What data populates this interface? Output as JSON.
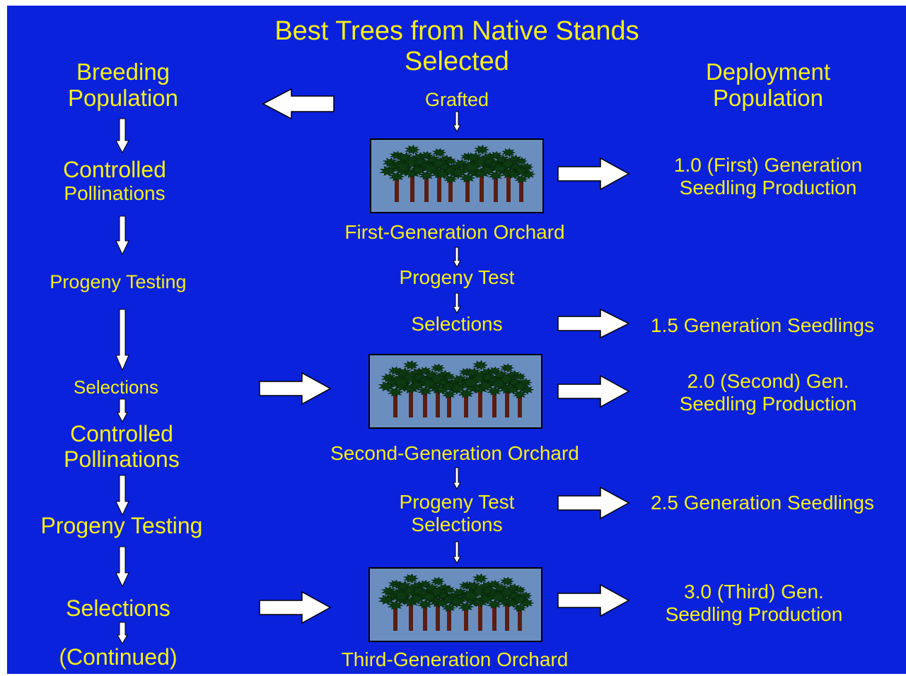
{
  "title": [
    "Best Trees from Native Stands",
    "Selected"
  ],
  "headers": {
    "breeding": [
      "Breeding",
      "Population"
    ],
    "deployment": [
      "Deployment",
      "Population"
    ]
  },
  "center": {
    "grafted": "Grafted",
    "orchard1": "First-Generation Orchard",
    "progeny_test_1": "Progeny Test",
    "selections_1": "Selections",
    "orchard2": "Second-Generation Orchard",
    "progeny_test_2": [
      "Progeny Test",
      "Selections"
    ],
    "orchard3": "Third-Generation Orchard"
  },
  "left": {
    "controlled_pollinations_1": [
      "Controlled",
      "Pollinations"
    ],
    "progeny_testing_1": "Progeny Testing",
    "selections_1": "Selections",
    "controlled_pollinations_2": [
      "Controlled",
      "Pollinations"
    ],
    "progeny_testing_2": "Progeny Testing",
    "selections_2": "Selections",
    "continued": "(Continued)"
  },
  "right": {
    "gen_1_0": [
      "1.0 (First) Generation",
      "Seedling Production"
    ],
    "gen_1_5": "1.5 Generation Seedlings",
    "gen_2_0": [
      "2.0 (Second) Gen.",
      "Seedling Production"
    ],
    "gen_2_5": "2.5 Generation Seedlings",
    "gen_3_0": [
      "3.0 (Third) Gen.",
      "Seedling Production"
    ]
  },
  "colors": {
    "background": "#0a22dc",
    "text": "#f6ef1a",
    "orchard_fill": "#6a8fbf",
    "arrow_fill": "#ffffff",
    "tree_foliage": "#0d3a12",
    "tree_trunk": "#5a1e10"
  },
  "icons": [
    "tree-icon",
    "arrow-right",
    "arrow-left",
    "arrow-down"
  ]
}
